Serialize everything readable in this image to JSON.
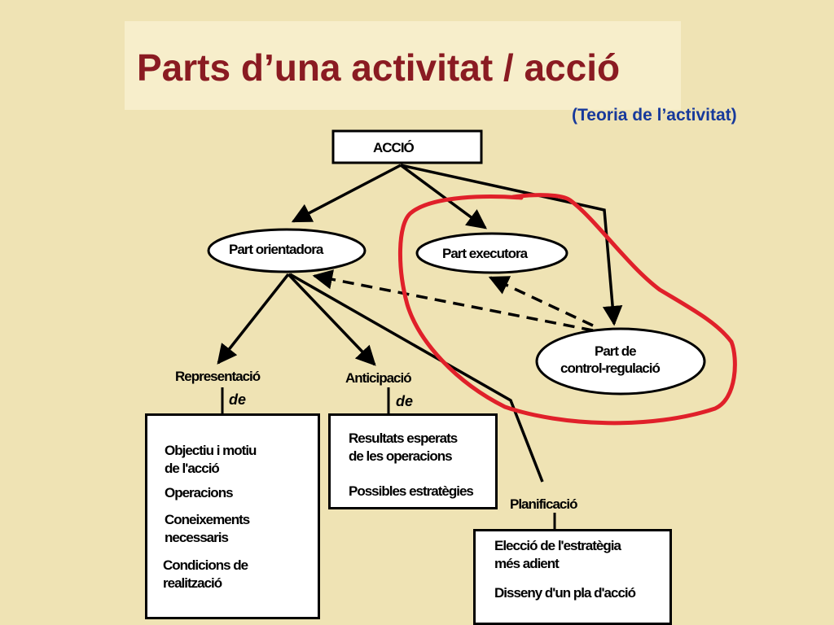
{
  "slide": {
    "title": "Parts d’una activitat / acció",
    "subtitle": "(Teoria de l’activitat)"
  },
  "diagram": {
    "root": "ACCIÓ",
    "orientadora": "Part orientadora",
    "executora": "Part executora",
    "control_line1": "Part de",
    "control_line2": "control-regulació",
    "representacio": "Representació",
    "anticipacio": "Anticipació",
    "planificacio": "Planificació",
    "de_label": "de",
    "representacio_items": {
      "item1_line1": "Objectiu i motiu",
      "item1_line2": "de l'acció",
      "item2": "Operacions",
      "item3_line1": "Coneixements",
      "item3_line2": "necessaris",
      "item4_line1": "Condicions de",
      "item4_line2": "realització"
    },
    "anticipacio_items": {
      "item1_line1": "Resultats esperats",
      "item1_line2": "de les operacions",
      "item2": "Possibles estratègies"
    },
    "planificacio_items": {
      "item1_line1": "Elecció de l'estratègia",
      "item1_line2": "més adient",
      "item2": "Disseny d'un pla d'acció"
    }
  },
  "colors": {
    "background": "#efe3b4",
    "title": "#8a1b22",
    "subtitle": "#17399b",
    "highlight_loop": "#e0202a"
  }
}
